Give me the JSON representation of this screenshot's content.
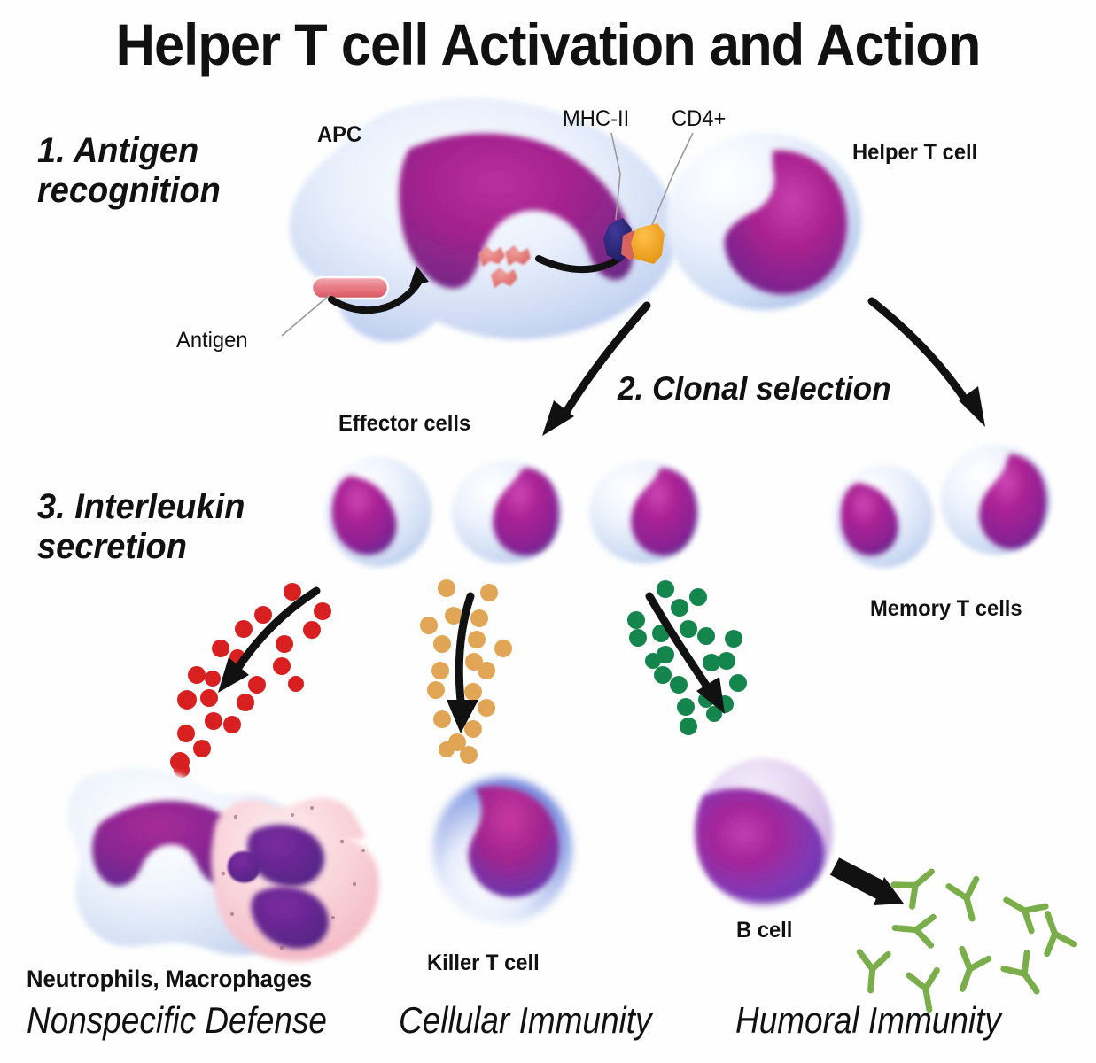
{
  "title": "Helper T cell Activation and Action",
  "steps": [
    {
      "id": "step-1",
      "text": "1. Antigen\nrecognition"
    },
    {
      "id": "step-2",
      "text": "2. Clonal selection"
    },
    {
      "id": "step-3",
      "text": "3. Interleukin\nsecretion"
    }
  ],
  "labels": {
    "apc": "APC",
    "mhc_ii": "MHC-II",
    "cd4": "CD4+",
    "helper_t_cell": "Helper T cell",
    "antigen": "Antigen",
    "effector_cells": "Effector cells",
    "memory_t_cells": "Memory T cells",
    "neutrophils_macrophages": "Neutrophils, Macrophages",
    "killer_t_cell": "Killer T cell",
    "b_cell": "B cell"
  },
  "outcomes": [
    {
      "id": "nonspecific",
      "text": "Nonspecific Defense"
    },
    {
      "id": "cellular",
      "text": "Cellular Immunity"
    },
    {
      "id": "humoral",
      "text": "Humoral Immunity"
    }
  ],
  "colors": {
    "background": "#ffffff",
    "text": "#111111",
    "cytoplasm_light": "#e8eefb",
    "cytoplasm_blue": "#c3d3f0",
    "nucleus_magenta": "#a31d8c",
    "nucleus_purple": "#6d2f9c",
    "antigen_pink": "#e8707e",
    "mhc_navy": "#2b2473",
    "cd4_orange": "#f0a11e",
    "interleukin_red": "#d91f1f",
    "interleukin_orange": "#e0a656",
    "interleukin_green": "#14854c",
    "macrophage_pink": "#f9c6cf",
    "b_cell_lavender": "#d9c4ea",
    "antibody_green": "#79ae4a",
    "killer_t_blue": "#4455cc",
    "arrow_black": "#111111",
    "leader_line": "#8a8a8a"
  },
  "counts": {
    "effector_cells": 3,
    "memory_t_cells": 2,
    "interleukin_red_dots": 22,
    "interleukin_orange_dots": 19,
    "interleukin_green_dots": 21,
    "antibodies": 9
  }
}
